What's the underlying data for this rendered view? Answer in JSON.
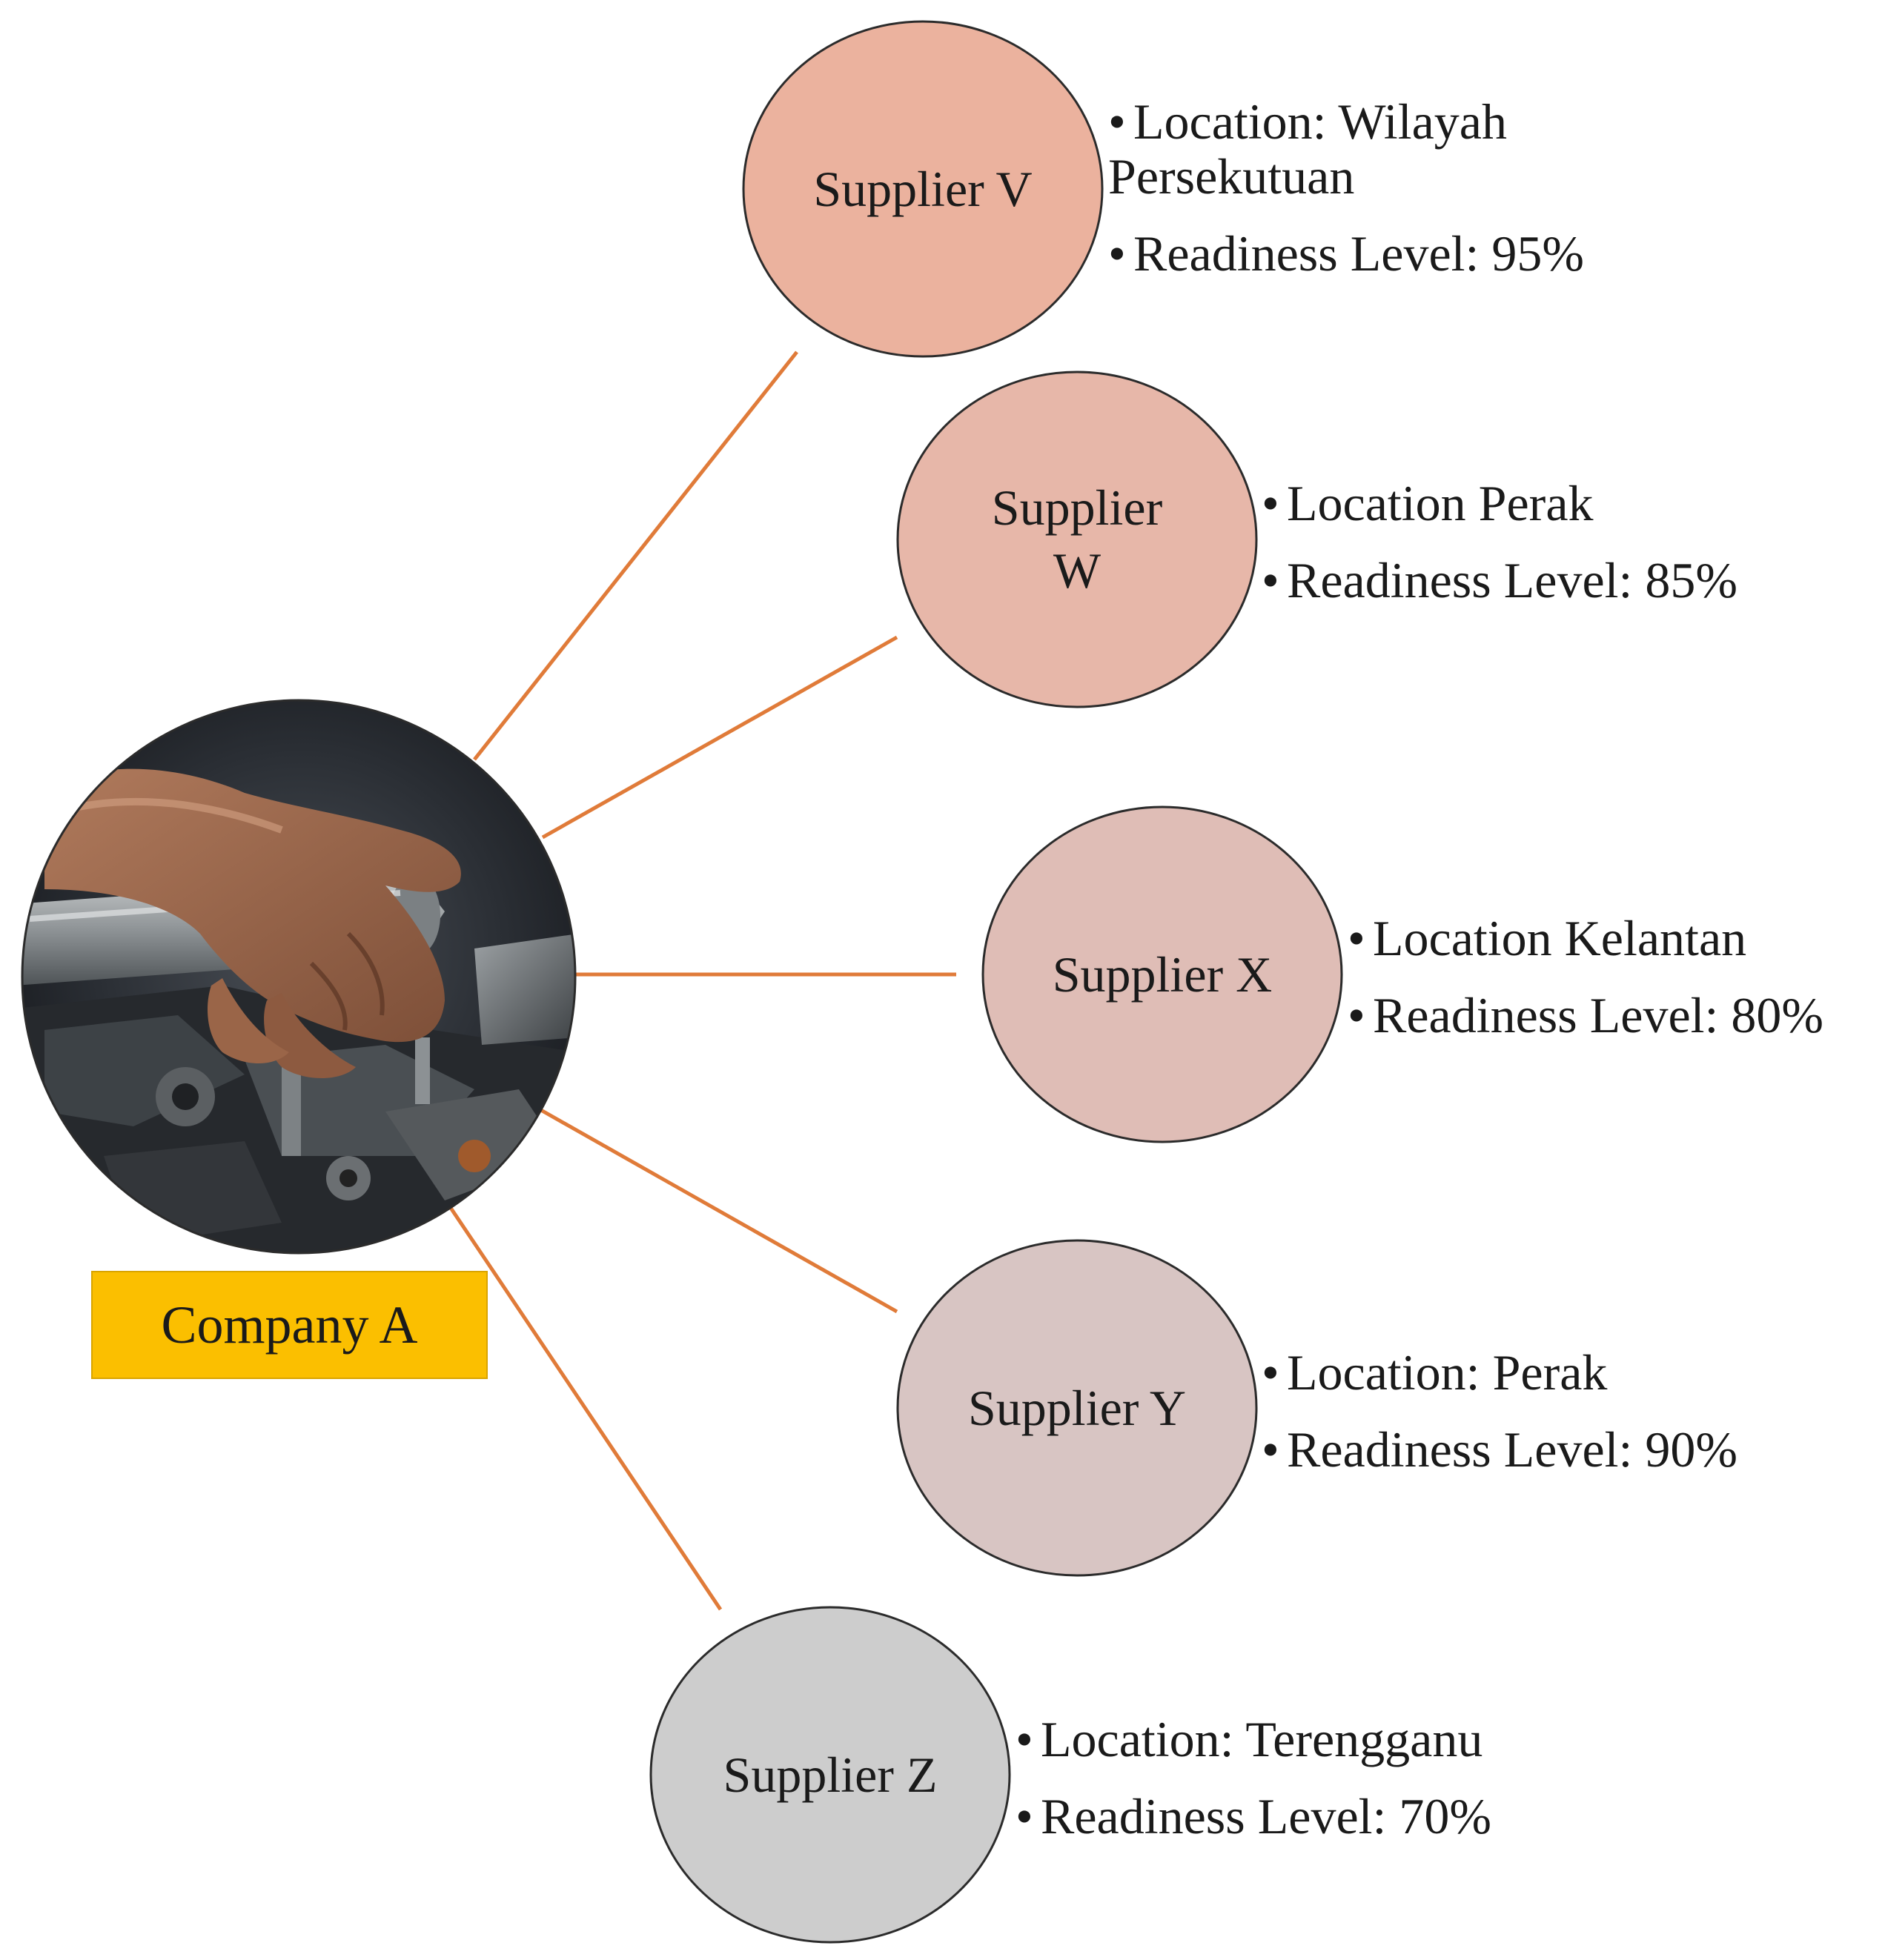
{
  "company": {
    "label": "Company A",
    "photo_icon": "hands-repairing-engine-photo-icon"
  },
  "suppliers": [
    {
      "name_lines": [
        "Supplier V"
      ],
      "color": "#ebb29e",
      "bullets": [
        {
          "text": "Location: Wilayah",
          "continuation": "Persekutuan"
        },
        {
          "text": "Readiness Level: 95%"
        }
      ],
      "readiness": 0.95
    },
    {
      "name_lines": [
        "Supplier",
        "W"
      ],
      "color": "#e7b7a9",
      "bullets": [
        {
          "text": "Location Perak"
        },
        {
          "text": "Readiness Level: 85%"
        }
      ],
      "readiness": 0.85
    },
    {
      "name_lines": [
        "Supplier X"
      ],
      "color": "#dfbdb6",
      "bullets": [
        {
          "text": "Location Kelantan"
        },
        {
          "text": "Readiness Level: 80%"
        }
      ],
      "readiness": 0.8
    },
    {
      "name_lines": [
        "Supplier Y"
      ],
      "color": "#d8c5c3",
      "bullets": [
        {
          "text": "Location: Perak"
        },
        {
          "text": "Readiness Level: 90%"
        }
      ],
      "readiness": 0.9
    },
    {
      "name_lines": [
        "Supplier Z"
      ],
      "color": "#cdcdcd",
      "bullets": [
        {
          "text": "Location: Terengganu"
        },
        {
          "text": "Readiness Level: 70%"
        }
      ],
      "readiness": 0.7
    }
  ],
  "colors": {
    "connector": "#e07b39",
    "company_box": "#fbbf00",
    "circle_outline": "#2b2b2b"
  },
  "bullet_glyph": "•"
}
